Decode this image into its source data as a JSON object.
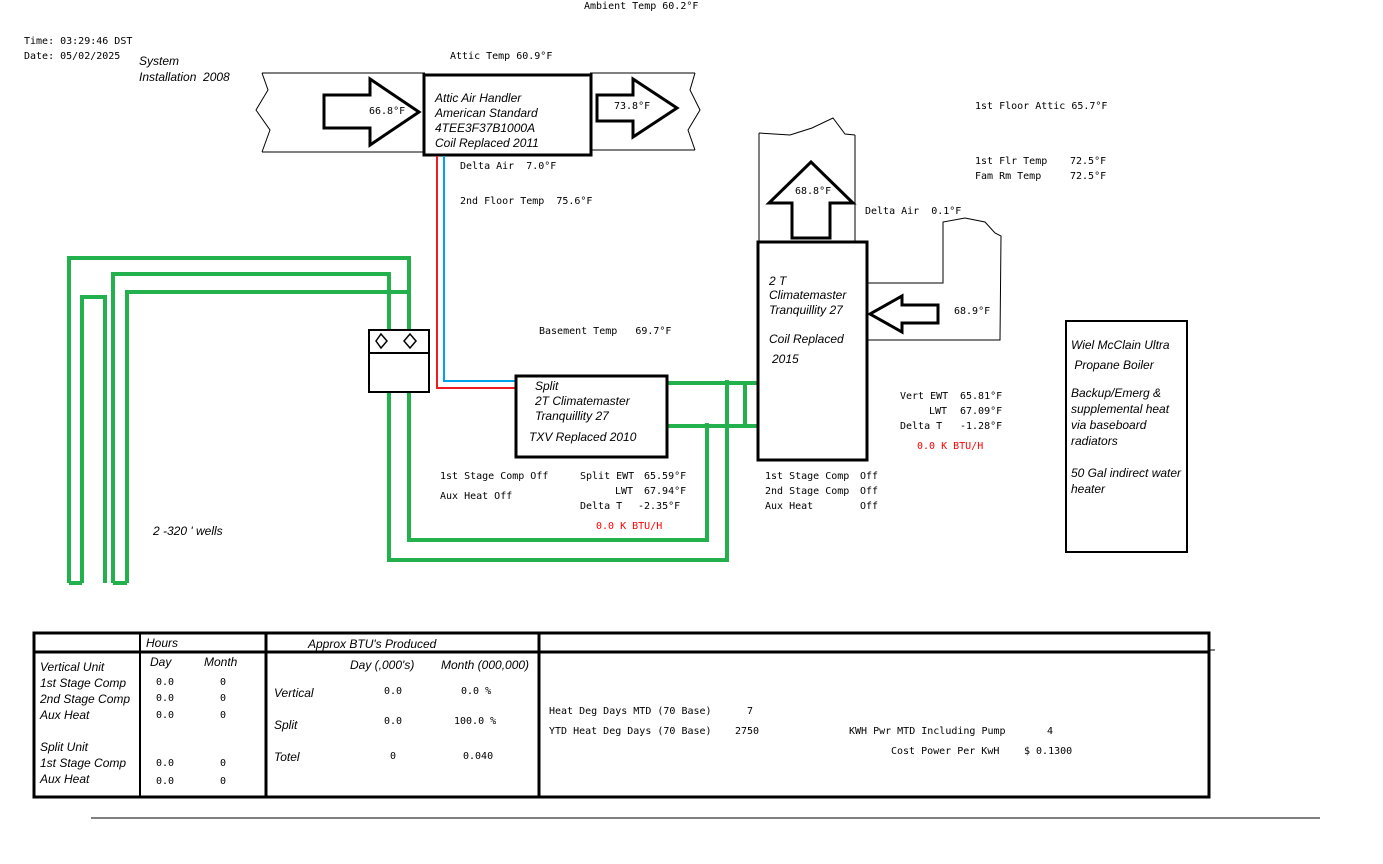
{
  "header": {
    "ambient": "Ambient Temp 60.2°F",
    "time": "Time: 03:29:46 DST",
    "date": "Date: 05/02/2025",
    "install_line1": "System",
    "install_line2": "Installation  2008"
  },
  "attic": {
    "attic_temp": "Attic Temp 60.9°F",
    "in_temp": "66.8°F",
    "out_temp": "73.8°F",
    "handler_lines": [
      "Attic Air Handler",
      "American Standard",
      "4TEE3F37B1000A",
      "Coil Replaced 2011"
    ],
    "delta_air": "Delta Air  7.0°F",
    "second_floor": "2nd Floor Temp  75.6°F"
  },
  "right_temps": {
    "first_floor_attic": "1st Floor Attic 65.7°F",
    "first_flr_label": "1st Flr Temp",
    "first_flr_value": "72.5°F",
    "fam_rm_label": "Fam Rm Temp",
    "fam_rm_value": "72.5°F"
  },
  "vertical_unit": {
    "supply_temp": "68.8°F",
    "delta_air": "Delta Air  0.1°F",
    "return_temp": "68.9°F",
    "lines": [
      "2 T",
      "Climatemaster",
      "Tranquillity 27",
      "",
      "Coil Replaced",
      "2015"
    ],
    "vert_ewt_label": "Vert EWT",
    "vert_ewt": "65.81°F",
    "lwt_label": "LWT",
    "lwt": "67.09°F",
    "delta_t_label": "Delta T",
    "delta_t": "-1.28°F",
    "btu": "0.0 K BTU/H",
    "stage1_label": "1st Stage Comp",
    "stage1": "Off",
    "stage2_label": "2nd Stage Comp",
    "stage2": "Off",
    "aux_label": "Aux Heat",
    "aux": "Off"
  },
  "split_unit": {
    "basement_temp": "Basement Temp   69.7°F",
    "lines": [
      "Split",
      "2T Climatemaster",
      "Tranquillity 27"
    ],
    "txv": "TXV Replaced 2010",
    "stage1": "1st Stage Comp Off",
    "aux": "Aux Heat Off",
    "ewt_label": "Split EWT",
    "ewt": "65.59°F",
    "lwt_label": "LWT",
    "lwt": "67.94°F",
    "delta_label": "Delta T",
    "delta": "-2.35°F",
    "btu": "0.0 K BTU/H"
  },
  "wells": {
    "label": "2 -320 ' wells"
  },
  "boiler": {
    "lines": [
      "Wiel McClain Ultra",
      " Propane Boiler",
      "",
      "Backup/Emerg &",
      "supplemental heat",
      "via baseboard",
      "radiators",
      "",
      "50 Gal indirect water",
      "heater"
    ]
  },
  "table": {
    "hours_header": "Hours",
    "btu_header": "Approx BTU's Produced",
    "day_header": "Day",
    "month_header": "Month",
    "btu_day_header": "Day (,000's)",
    "btu_month_header": "Month (000,000)",
    "vertical_unit": "Vertical Unit",
    "split_unit": "Split Unit",
    "rows_vertical": [
      {
        "label": "1st Stage Comp",
        "day": "0.0",
        "month": "0"
      },
      {
        "label": "2nd Stage Comp",
        "day": "0.0",
        "month": "0"
      },
      {
        "label": "Aux Heat",
        "day": "0.0",
        "month": "0"
      }
    ],
    "rows_split": [
      {
        "label": "1st Stage Comp",
        "day": "0.0",
        "month": "0"
      },
      {
        "label": "Aux Heat",
        "day": "0.0",
        "month": "0"
      }
    ],
    "btu_rows": [
      {
        "label": "Vertical",
        "day": "0.0",
        "month": "0.0 %"
      },
      {
        "label": "Split",
        "day": "0.0",
        "month": "100.0 %"
      },
      {
        "label": "Totel",
        "day": "0",
        "month": "0.040"
      }
    ],
    "hdd_mtd_label": "Heat Deg Days MTD (70 Base)",
    "hdd_mtd": "7",
    "ytd_hdd_label": "YTD Heat Deg Days (70 Base)",
    "ytd_hdd": "2750",
    "kwh_label": "KWH Pwr MTD Including Pump",
    "kwh": "4",
    "cost_label": "Cost Power Per KwH",
    "cost": "$ 0.1300"
  },
  "colors": {
    "pipe_green": "#22b14c",
    "refrig_red": "#ed1c24",
    "refrig_blue": "#00a2e8",
    "btu_red": "#ff0000"
  }
}
